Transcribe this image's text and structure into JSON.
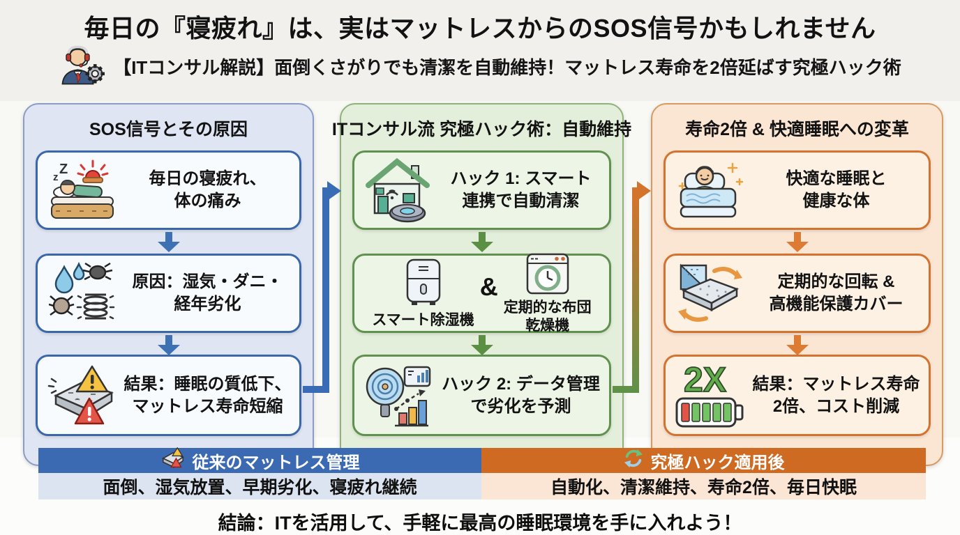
{
  "page": {
    "background": "#f1f0ec",
    "title": "毎日の『寝疲れ』は、実はマットレスからのSOS信号かもしれません",
    "subtitle": "【ITコンサル解説】面倒くさがりでも清潔を自動維持！マットレス寿命を2倍延ばす究極ハック術",
    "subtitle_icon": "consultant-headset-gear-icon",
    "conclusion": "結論：ITを活用して、手軽に最高の睡眠環境を手に入れよう！"
  },
  "columns": [
    {
      "id": "sos-causes",
      "header": "SOS信号とその原因",
      "accent": "#3a67a8",
      "panel_bg": "#dfe5f2",
      "boxes": [
        {
          "icon": "sleeping-person-alarm-icon",
          "lines": [
            "毎日の寝疲れ、",
            "体の痛み"
          ]
        },
        {
          "icon": "moisture-mites-spring-icon",
          "lines": [
            "原因：湿気・ダニ・",
            "経年劣化"
          ]
        },
        {
          "icon": "degraded-mattress-warning-icon",
          "lines": [
            "結果：睡眠の質低下、",
            "マットレス寿命短縮"
          ]
        }
      ]
    },
    {
      "id": "ultimate-hacks",
      "header": "ITコンサル流 究極ハック術：自動維持",
      "accent": "#61914f",
      "panel_bg": "#e3efdb",
      "boxes": [
        {
          "icon": "smart-home-robot-vacuum-icon",
          "lines": [
            "ハック 1: スマート",
            "連携で自動清潔"
          ]
        },
        {
          "icon": "dehumidifier-and-futon-dryer-icons",
          "left_label": "スマート除湿機",
          "joiner": "&",
          "right_label_lines": [
            "定期的な布団",
            "乾燥機"
          ]
        },
        {
          "icon": "magnifier-analytics-icon",
          "lines": [
            "ハック 2: データ管理",
            "で劣化を予測"
          ]
        }
      ]
    },
    {
      "id": "transformation-results",
      "header": "寿命2倍 & 快適睡眠への変革",
      "accent": "#d4732f",
      "panel_bg": "#fbe6d4",
      "boxes": [
        {
          "icon": "comfortable-sleep-icon",
          "lines": [
            "快適な睡眠と",
            "健康な体"
          ]
        },
        {
          "icon": "mattress-rotation-cover-icon",
          "lines": [
            "定期的な回転 &",
            "高機能保護カバー"
          ]
        },
        {
          "icon": "battery-2x-icon",
          "badge": "2X",
          "lines": [
            "結果：マットレス寿命",
            "2倍、コスト削減"
          ]
        }
      ]
    }
  ],
  "comparison": {
    "before": {
      "icon": "old-mattress-warning-icon",
      "header": "従来のマットレス管理",
      "detail": "面倒、湿気放置、早期劣化、寝疲れ継続",
      "header_bg": "#3b69b2",
      "detail_bg": "#dde4f1"
    },
    "after": {
      "icon": "refresh-cycle-icon",
      "header": "究極ハック適用後",
      "detail": "自動化、清潔維持、寿命2倍、毎日快眠",
      "header_bg": "#cf6a22",
      "detail_bg": "#fbe5d5"
    }
  }
}
